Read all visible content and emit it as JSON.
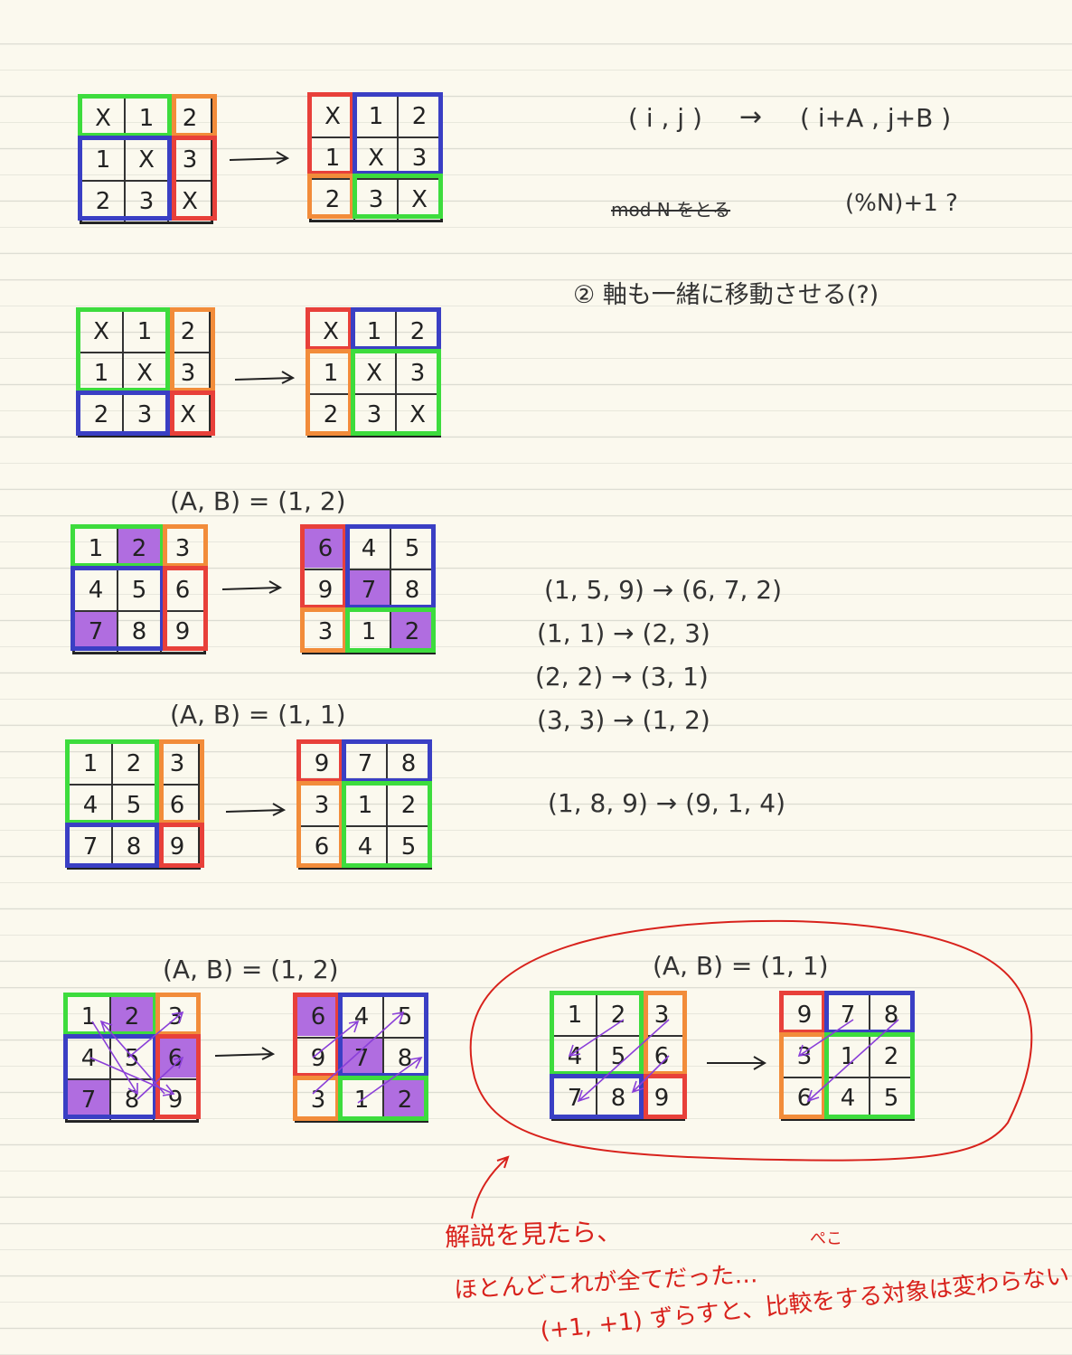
{
  "colors": {
    "paper": "#fbf9ee",
    "rule": "#dcdcd2",
    "ink": "#222222",
    "green": "#3ddc3d",
    "blue": "#3a3fc4",
    "orange": "#f28c3a",
    "red": "#e8403a",
    "purple": "#b06de0",
    "note_red": "#d8221c"
  },
  "notes": {
    "formula_left": "( i , j )",
    "formula_arrow": "→",
    "formula_right": "( i+A , j+B )",
    "mod_struck": "mod  N をとる",
    "mod_alt": "(%N)+1 ?",
    "axis_question": "② 軸も一緒に移動させる(?)"
  },
  "labels": {
    "ab_1_2": "(A, B) = (1, 2)",
    "ab_1_1": "(A, B) = (1, 1)",
    "ab_1_2_b": "(A, B) = (1, 2)",
    "ab_1_1_b": "(A, B) = (1, 1)"
  },
  "mappings": [
    "(1, 5, 9) → (6, 7, 2)",
    "(1, 1) → (2, 3)",
    "(2, 2) → (3, 1)",
    "(3, 3) → (1, 2)",
    "(1, 8, 9) → (9, 1, 4)"
  ],
  "grids": {
    "g1a": [
      "X",
      "1",
      "2",
      "1",
      "X",
      "3",
      "2",
      "3",
      "X"
    ],
    "g1b": [
      "X",
      "1",
      "2",
      "1",
      "X",
      "3",
      "2",
      "3",
      "X"
    ],
    "g2a": [
      "X",
      "1",
      "2",
      "1",
      "X",
      "3",
      "2",
      "3",
      "X"
    ],
    "g2b": [
      "X",
      "1",
      "2",
      "1",
      "X",
      "3",
      "2",
      "3",
      "X"
    ],
    "g3a": [
      "1",
      "2",
      "3",
      "4",
      "5",
      "6",
      "7",
      "8",
      "9"
    ],
    "g3b": [
      "6",
      "4",
      "5",
      "9",
      "7",
      "8",
      "3",
      "1",
      "2"
    ],
    "g4a": [
      "1",
      "2",
      "3",
      "4",
      "5",
      "6",
      "7",
      "8",
      "9"
    ],
    "g4b": [
      "9",
      "7",
      "8",
      "3",
      "1",
      "2",
      "6",
      "4",
      "5"
    ],
    "g5a": [
      "1",
      "2",
      "3",
      "4",
      "5",
      "6",
      "7",
      "8",
      "9"
    ],
    "g5b": [
      "6",
      "4",
      "5",
      "9",
      "7",
      "8",
      "3",
      "1",
      "2"
    ],
    "g6a": [
      "1",
      "2",
      "3",
      "4",
      "5",
      "6",
      "7",
      "8",
      "9"
    ],
    "g6b": [
      "9",
      "7",
      "8",
      "3",
      "1",
      "2",
      "6",
      "4",
      "5"
    ]
  },
  "comment": {
    "line1": "解説を見たら、",
    "line2": "ほとんどこれが全てだった…",
    "line3": "(+1, +1) ずらすと、比較をする対象は変わらない…",
    "mark": "ぺこ"
  }
}
